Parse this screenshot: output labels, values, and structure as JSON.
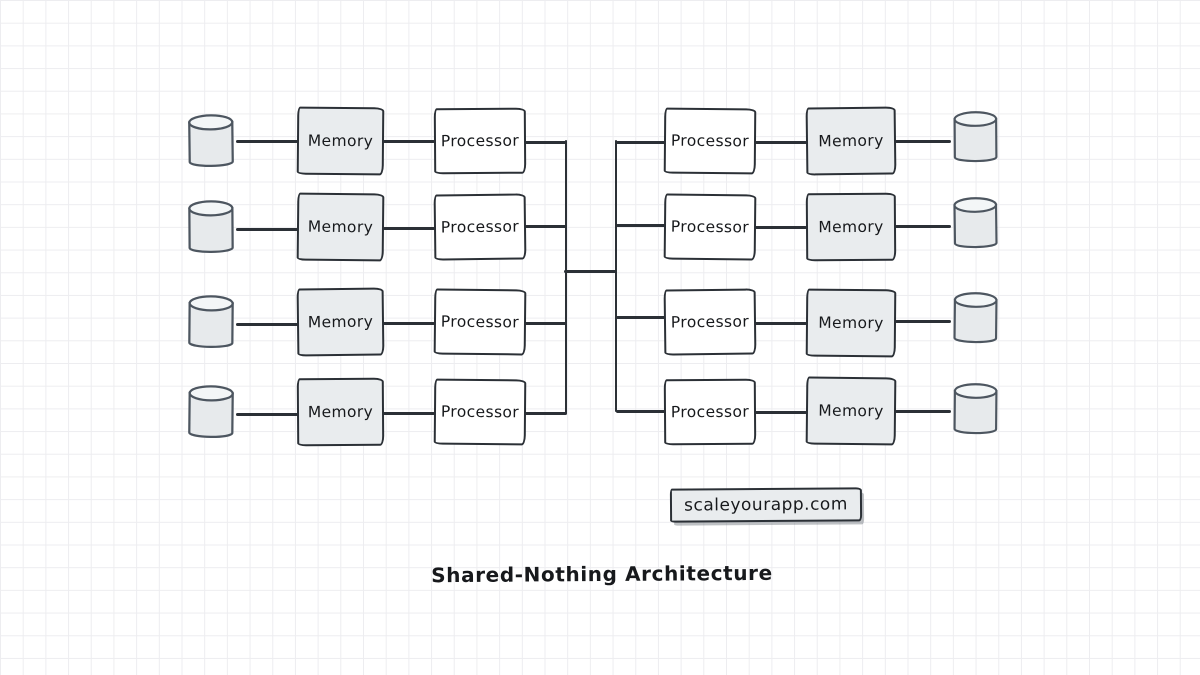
{
  "title": "Shared-Nothing Architecture",
  "watermark": "scaleyourapp.com",
  "colors": {
    "background": "#ffffff",
    "grid_line": "#ededf0",
    "stroke": "#2b3036",
    "memory_fill": "#e9ecee",
    "processor_fill": "#ffffff",
    "cylinder_fill": "#e7eaec",
    "cylinder_top_fill": "#f3f6f7",
    "cylinder_stroke": "#4d5660",
    "text": "#17191c"
  },
  "nodes": {
    "left": [
      {
        "disk": "database-cylinder",
        "memory": "Memory",
        "processor": "Processor"
      },
      {
        "disk": "database-cylinder",
        "memory": "Memory",
        "processor": "Processor"
      },
      {
        "disk": "database-cylinder",
        "memory": "Memory",
        "processor": "Processor"
      },
      {
        "disk": "database-cylinder",
        "memory": "Memory",
        "processor": "Processor"
      }
    ],
    "right": [
      {
        "processor": "Processor",
        "memory": "Memory",
        "disk": "database-cylinder"
      },
      {
        "processor": "Processor",
        "memory": "Memory",
        "disk": "database-cylinder"
      },
      {
        "processor": "Processor",
        "memory": "Memory",
        "disk": "database-cylinder"
      },
      {
        "processor": "Processor",
        "memory": "Memory",
        "disk": "database-cylinder"
      }
    ]
  }
}
